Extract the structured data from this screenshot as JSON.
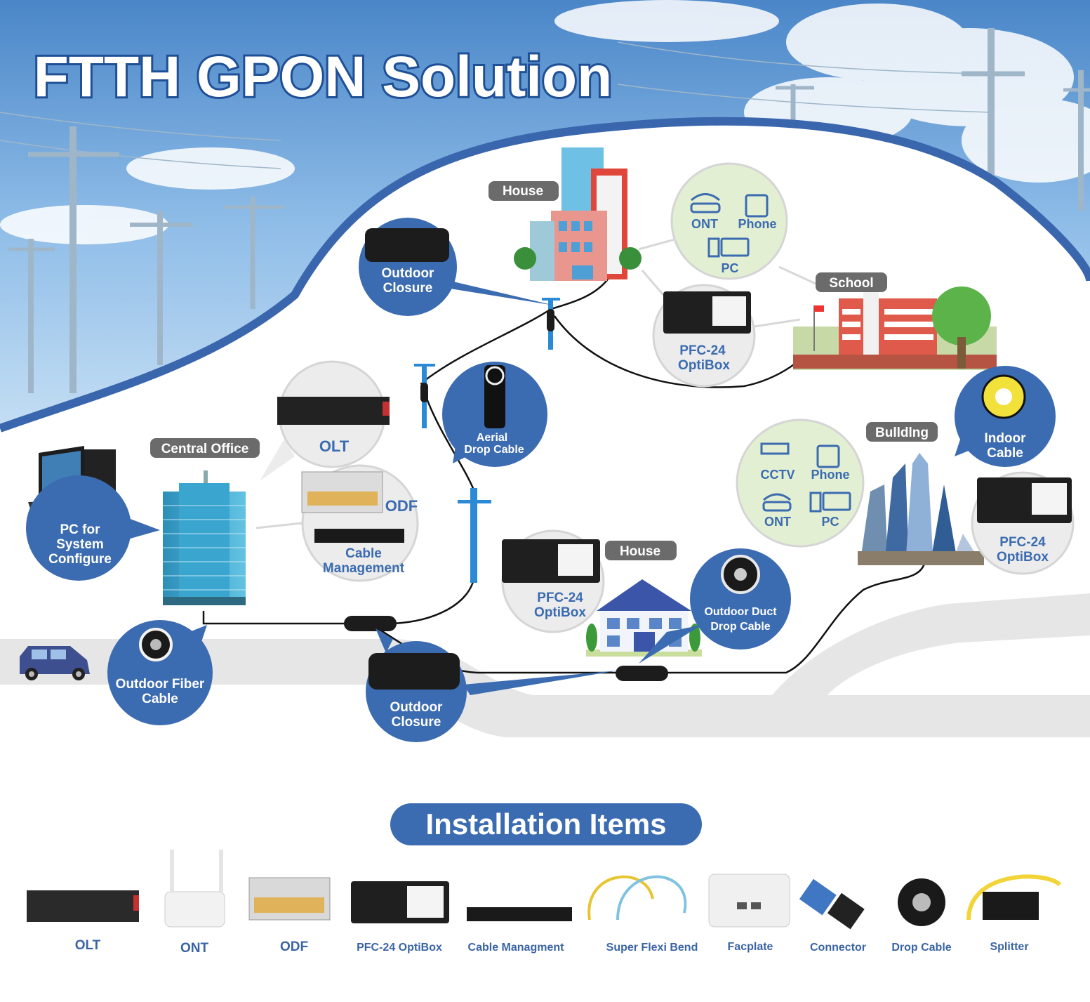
{
  "title": "FTTH GPON Solution",
  "diagram": {
    "tags": {
      "house_top": "House",
      "school": "School",
      "central_office": "Central Office",
      "building": "Bulldlng",
      "house_bottom": "House"
    },
    "circles": {
      "outdoor_closure_top": [
        "Outdoor",
        "Closure"
      ],
      "pc_config": [
        "PC for",
        "System",
        "Configure"
      ],
      "aerial_drop": [
        "Aerial",
        "Drop Cable"
      ],
      "outdoor_fiber": [
        "Outdoor Fiber",
        "Cable"
      ],
      "outdoor_closure_bottom": [
        "Outdoor",
        "Closure"
      ],
      "outdoor_duct": [
        "Outdoor Duct",
        "Drop Cable"
      ],
      "indoor_cable": [
        "Indoor",
        "Cable"
      ]
    },
    "bubbles": {
      "house_devices": [
        "ONT",
        "Phone",
        "PC"
      ],
      "optibox_top": [
        "PFC-24",
        "OptiBox"
      ],
      "olt": "OLT",
      "odf": "ODF",
      "cable_mgmt": [
        "Cable",
        "Management"
      ],
      "optibox_mid": [
        "PFC-24",
        "OptiBox"
      ],
      "building_devices": [
        "CCTV",
        "Phone",
        "ONT",
        "PC"
      ],
      "optibox_right": [
        "PFC-24",
        "OptiBox"
      ]
    }
  },
  "installation": {
    "heading": "Installation Items",
    "items": [
      "OLT",
      "ONT",
      "ODF",
      "PFC-24 OptiBox",
      "Cable Managment",
      "Super Flexi Bend",
      "Facplate",
      "Connector",
      "Drop Cable",
      "Splitter"
    ]
  },
  "colors": {
    "accent_blue": "#3b6bb0",
    "tag_gray": "#6b6b6b",
    "bubble_green": "#e3efd2",
    "bubble_gray": "#ececec"
  }
}
